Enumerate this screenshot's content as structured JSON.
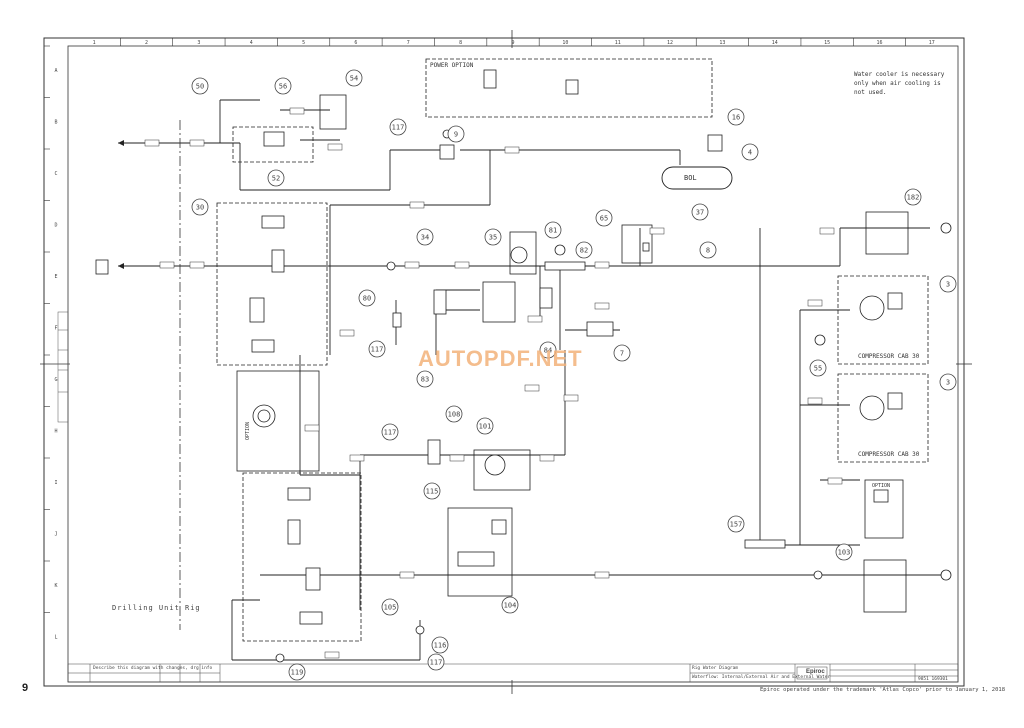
{
  "page_number": "9",
  "watermark": "AUTOPDF.NET",
  "border_columns": [
    "1",
    "2",
    "3",
    "4",
    "5",
    "6",
    "7",
    "8",
    "9",
    "10",
    "11",
    "12",
    "13",
    "14",
    "15",
    "16",
    "17"
  ],
  "border_rows": [
    "A",
    "B",
    "C",
    "D",
    "E",
    "F",
    "G",
    "H",
    "I",
    "J",
    "K",
    "L"
  ],
  "notes": {
    "water_cooler": [
      "Water cooler is necessary",
      "only when air cooling is",
      "not used."
    ],
    "power_option": "POWER OPTION",
    "flushing": "Drilling Unit Rig",
    "compressor_1": "COMPRESSOR CAB 30",
    "compressor_2": "COMPRESSOR CAB 30",
    "option_left": "OPTION",
    "option_right": "OPTION",
    "bol": "BOL"
  },
  "balloons": [
    {
      "id": "b50",
      "label": "50"
    },
    {
      "id": "b56",
      "label": "56"
    },
    {
      "id": "b54",
      "label": "54"
    },
    {
      "id": "b52",
      "label": "52"
    },
    {
      "id": "b117a",
      "label": "117"
    },
    {
      "id": "b9",
      "label": "9"
    },
    {
      "id": "b16",
      "label": "16"
    },
    {
      "id": "b4",
      "label": "4"
    },
    {
      "id": "b37",
      "label": "37"
    },
    {
      "id": "b8",
      "label": "8"
    },
    {
      "id": "b30",
      "label": "30"
    },
    {
      "id": "b34",
      "label": "34"
    },
    {
      "id": "b35",
      "label": "35"
    },
    {
      "id": "b81",
      "label": "81"
    },
    {
      "id": "b65",
      "label": "65"
    },
    {
      "id": "b82",
      "label": "82"
    },
    {
      "id": "b182",
      "label": "182"
    },
    {
      "id": "b80",
      "label": "80"
    },
    {
      "id": "b117b",
      "label": "117"
    },
    {
      "id": "b83",
      "label": "83"
    },
    {
      "id": "b84",
      "label": "84"
    },
    {
      "id": "b7",
      "label": "7"
    },
    {
      "id": "b3a",
      "label": "3"
    },
    {
      "id": "b55",
      "label": "55"
    },
    {
      "id": "b3b",
      "label": "3"
    },
    {
      "id": "b108",
      "label": "108"
    },
    {
      "id": "b101",
      "label": "101"
    },
    {
      "id": "b117c",
      "label": "117"
    },
    {
      "id": "b115",
      "label": "115"
    },
    {
      "id": "b157",
      "label": "157"
    },
    {
      "id": "b103",
      "label": "103"
    },
    {
      "id": "b104",
      "label": "104"
    },
    {
      "id": "b105",
      "label": "105"
    },
    {
      "id": "b116",
      "label": "116"
    },
    {
      "id": "b117d",
      "label": "117"
    },
    {
      "id": "b119",
      "label": "119"
    }
  ],
  "title_block": {
    "company": "Epiroc",
    "row1": "Rig Water Diagram",
    "row2": "Waterflow: Internal/External Air and External Water",
    "left1": "Describe this diagram with changes, drg info",
    "doc_number": "9851 169301"
  },
  "footer": "Epiroc operated under the trademark 'Atlas Copco' prior to January 1, 2018"
}
